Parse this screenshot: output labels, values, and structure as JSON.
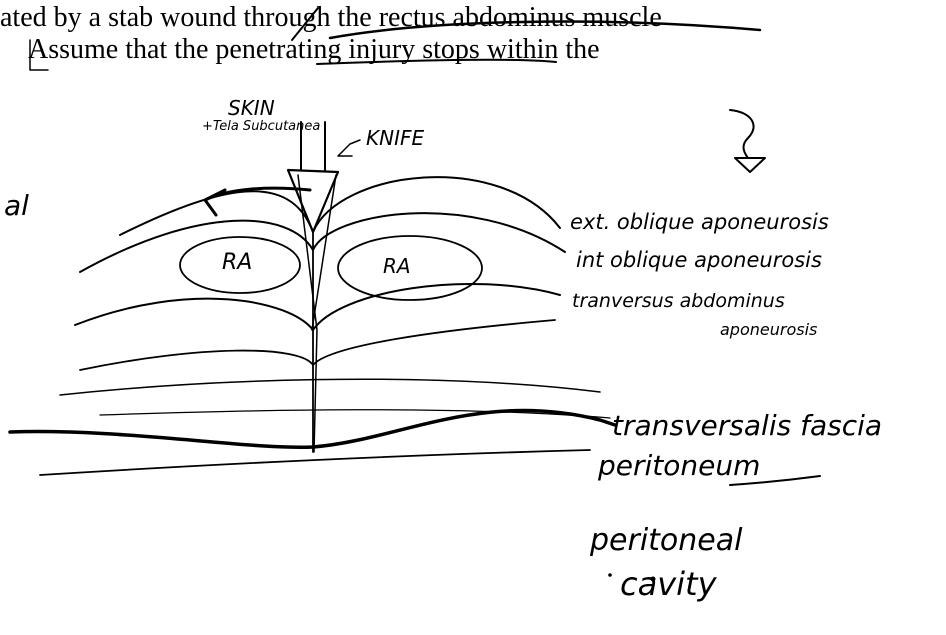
{
  "printed_text": {
    "line1": "ated by a stab wound through the rectus abdominus muscle",
    "line2": "Assume that the penetrating injury stops within the"
  },
  "labels": {
    "skin": "SKIN",
    "tela": "+Tela Subcutanea",
    "knife": "KNIFE",
    "ra_left": "RA",
    "ra_right": "RA",
    "ext_oblique": "ext. oblique aponeurosis",
    "int_oblique": "int oblique aponeurosis",
    "transversus": "tranversus abdominus",
    "transversus_2": "aponeurosis",
    "transversalis": "transversalis fascia",
    "peritoneum": "peritoneum",
    "peritoneal": "peritoneal",
    "cavity": "cavity",
    "left_fragment": "al"
  }
}
